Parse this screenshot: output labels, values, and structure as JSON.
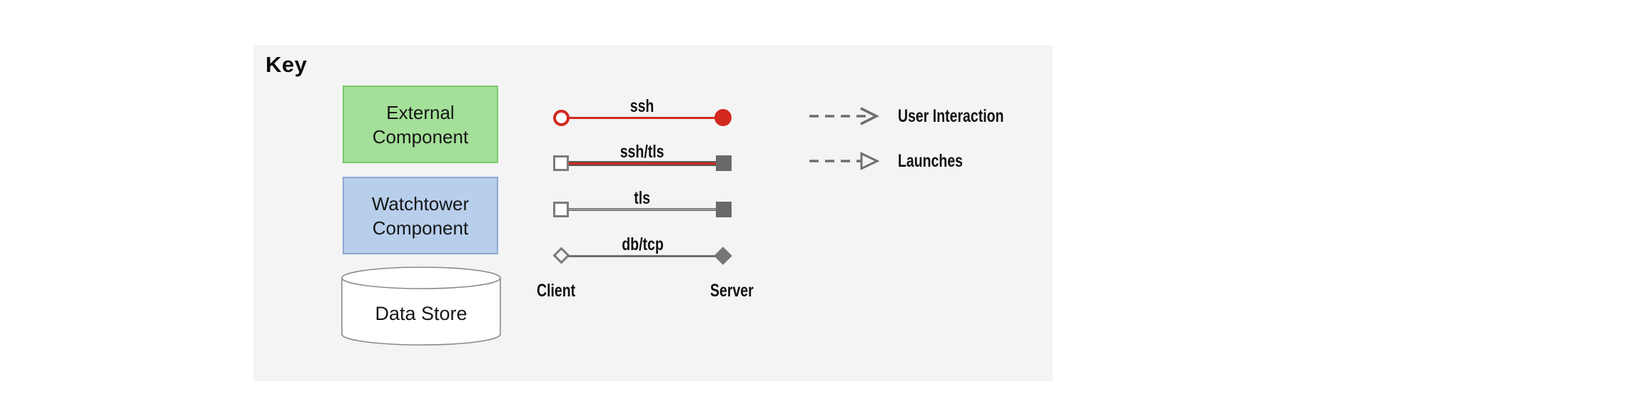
{
  "key_panel": {
    "title": "Key",
    "background": "#f4f4f5",
    "nodes": [
      {
        "id": "external-component",
        "shape": "rect",
        "fill": "#a4e099",
        "border": "#7cc96d",
        "label_lines": [
          "External",
          "Component"
        ]
      },
      {
        "id": "watchtower-component",
        "shape": "rect",
        "fill": "#b8cfec",
        "border": "#8fa8d2",
        "label_lines": [
          "Watchtower",
          "Component"
        ]
      },
      {
        "id": "data-store",
        "shape": "cylinder",
        "fill": "#ffffff",
        "border": "#8a8a8a",
        "label": "Data Store"
      }
    ],
    "connections": [
      {
        "label": "ssh",
        "line_color": "#d2291f",
        "line_style": "solid red",
        "client_marker": "open-circle",
        "server_marker": "filled-circle"
      },
      {
        "label": "ssh/tls",
        "line_color": "#d2291f",
        "line_style": "red with gray casing",
        "client_marker": "open-square",
        "server_marker": "filled-square"
      },
      {
        "label": "tls",
        "line_color": "#6b6b6b",
        "line_style": "double gray",
        "client_marker": "open-square",
        "server_marker": "filled-square"
      },
      {
        "label": "db/tcp",
        "line_color": "#6e6e6e",
        "line_style": "solid gray",
        "client_marker": "open-diamond",
        "server_marker": "filled-diamond"
      }
    ],
    "endpoint_labels": {
      "client": "Client",
      "server": "Server"
    },
    "arrows": [
      {
        "label": "User Interaction",
        "line_style": "dashed gray",
        "head": "open-chevron"
      },
      {
        "label": "Launches",
        "line_style": "dashed gray",
        "head": "open-triangle"
      }
    ],
    "colors": {
      "accent_red": "#d2291f",
      "gray_line": "#6e6e6e",
      "dash_gray": "#6f6f6f",
      "text": "#121212"
    }
  }
}
